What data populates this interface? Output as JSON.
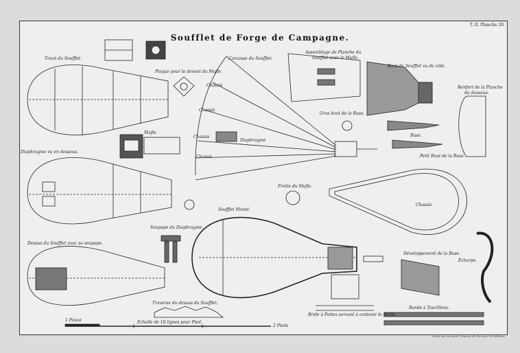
{
  "header": {
    "title": "Soufflet de Forge de Campagne.",
    "planche": "T. II. Planche 20."
  },
  "labels": {
    "trace": "Tracé du Soufflet.",
    "plaque": "Plaque pour le devant du Mufle.",
    "carcasse": "Carcasse du Soufflet.",
    "assemblage_1": "Assemblage de Planche du",
    "assemblage_2": "Soufflet avec le Mufle.",
    "bout": "Bout du Soufflet vu de côté.",
    "renfort_1": "Renfort de la Planche",
    "renfort_2": "du dessous.",
    "gros_bout": "Gros bout de la Buse.",
    "buse": "Buse.",
    "petit_bout": "Petit Bout de la Buse.",
    "mufle": "Mufle.",
    "diaphragme_dessous": "Diaphragme vu en dessous.",
    "chassis_1": "Chassis",
    "chassis_2": "Chassis",
    "chassis_3": "Chassis",
    "chassis_4": "Chassis",
    "chassis_big": "Chassis",
    "diaphragme": "Diaphragme",
    "frette": "Frette du Mufle.",
    "soufflet_monte": "Soufflet Monté.",
    "soupape": "Soupape du Diaphragme.",
    "dessus": "Dessus du Soufflet avec sa soupape.",
    "developpement": "Développement de la Buse.",
    "echarpe": "Écharpe.",
    "traverse": "Traverse du dessus du Soufflet.",
    "echelle": "Échelle de 18 lignes pour Pied.",
    "bride": "Bride à Pattes servant à contenir le Mufle.",
    "bande": "Bande à Tourillons.",
    "scale_left": "1 Pouce",
    "scale_right": "2 Pieds",
    "credit": "Gravé par Bernard, Graveur du Roi pour le Militaire"
  }
}
